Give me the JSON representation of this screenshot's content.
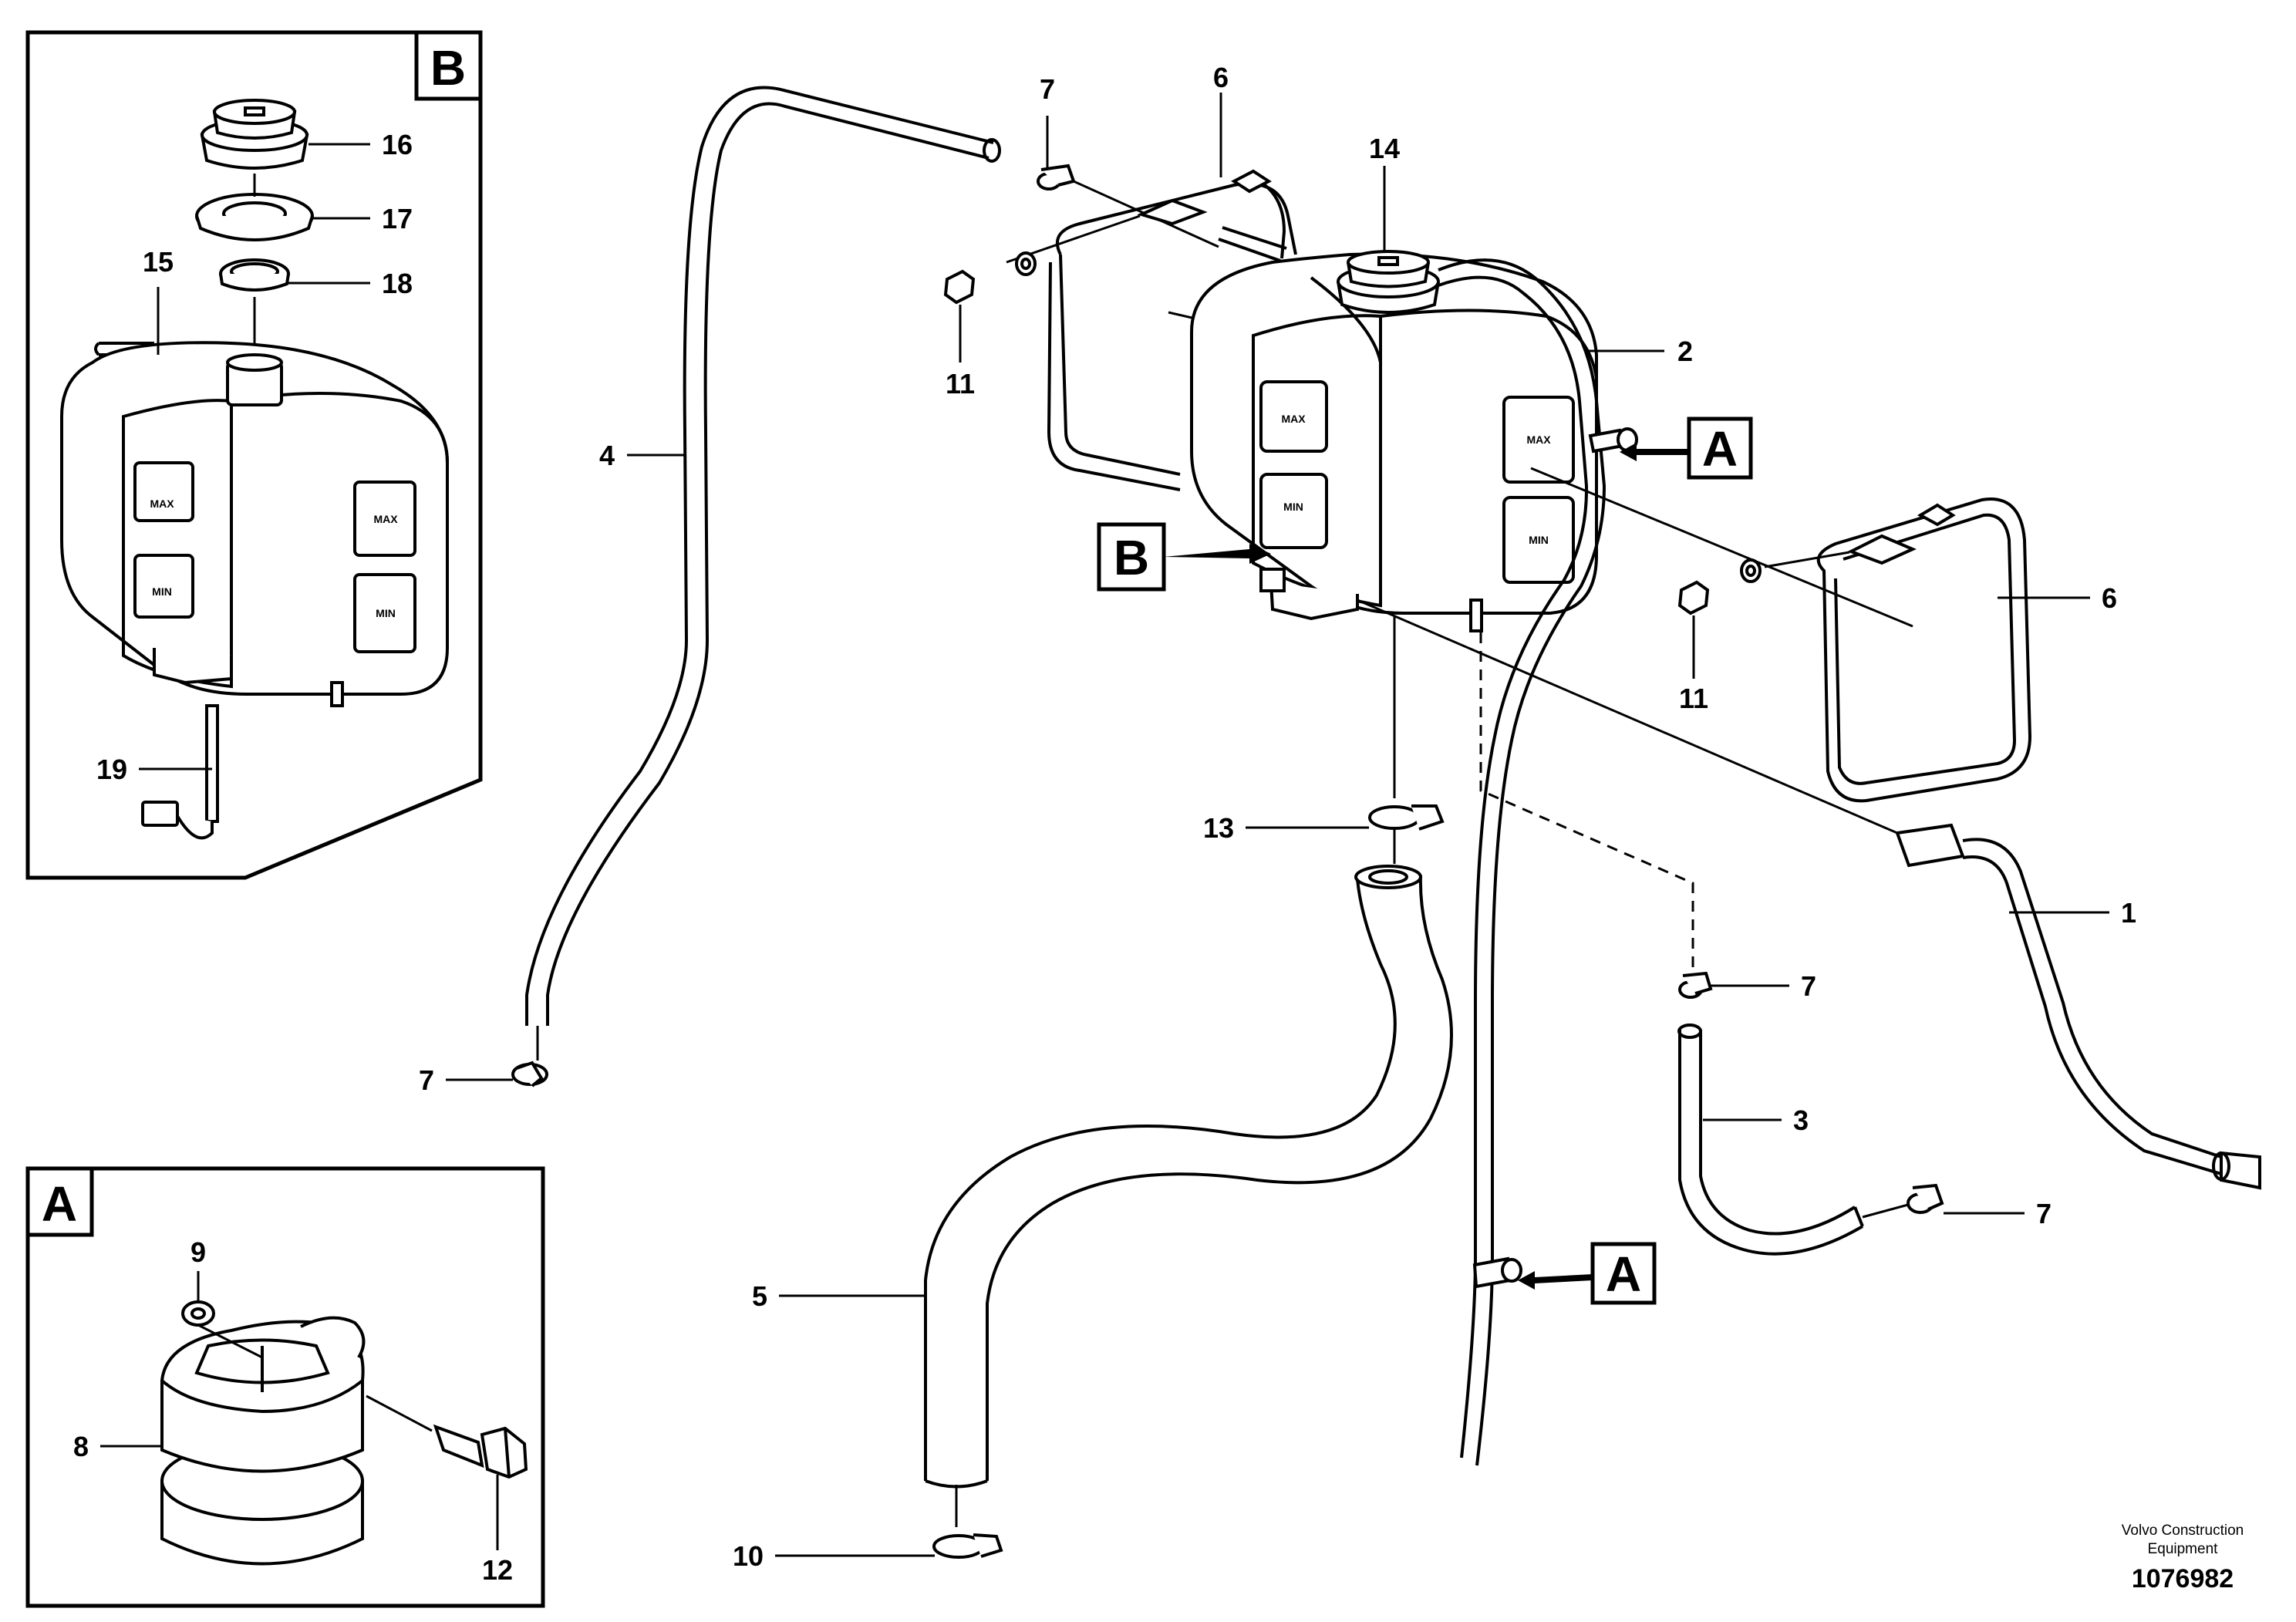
{
  "callouts": {
    "c1": "1",
    "c2": "2",
    "c3": "3",
    "c4": "4",
    "c5": "5",
    "c6a": "6",
    "c6b": "6",
    "c7a": "7",
    "c7b": "7",
    "c7c": "7",
    "c7d": "7",
    "c9": "9",
    "c8": "8",
    "c10": "10",
    "c11a": "11",
    "c11b": "11",
    "c12": "12",
    "c13": "13",
    "c14": "14",
    "c15": "15",
    "c16": "16",
    "c17": "17",
    "c18": "18",
    "c19": "19"
  },
  "views": {
    "inset_b_label": "B",
    "inset_a_label": "A",
    "ref_b": "B",
    "ref_a_upper": "A",
    "ref_a_lower": "A"
  },
  "tank_markings": {
    "max": "MAX",
    "min": "MIN"
  },
  "footer": {
    "credit_line1": "Volvo Construction",
    "credit_line2": "Equipment",
    "drawing_number": "1076982"
  }
}
